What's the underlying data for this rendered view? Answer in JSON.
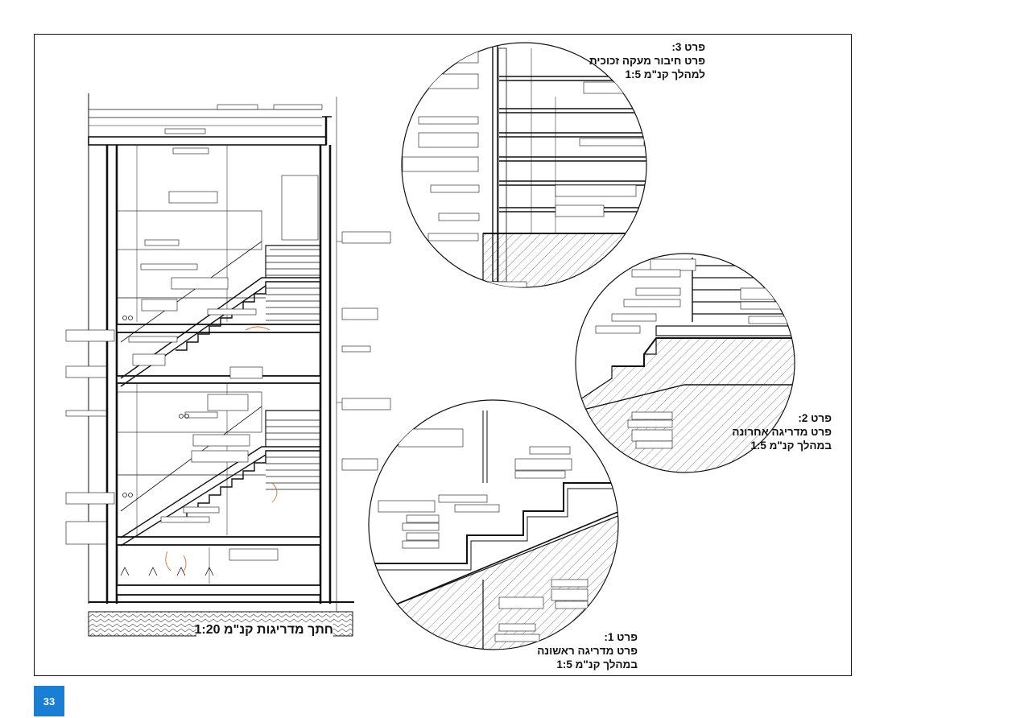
{
  "sheet": {
    "page_number": "33",
    "badge_color": "#1a7fd4",
    "line_color": "#111111",
    "accent_color": "#e07040"
  },
  "section": {
    "title": "חתך מדריגות קנ\"מ 1:20"
  },
  "details": [
    {
      "id": "detail-3",
      "number": "פרט 3:",
      "name": "פרט חיבור מעקה זכוכית",
      "scale": "למהלך קנ\"מ 1:5"
    },
    {
      "id": "detail-2",
      "number": "פרט 2:",
      "name": "פרט מדריגה אחרונה",
      "scale": "במהלך קנ\"מ 1:5"
    },
    {
      "id": "detail-1",
      "number": "פרט 1:",
      "name": "פרט מדריגה ראשונה",
      "scale": "במהלך קנ\"מ 1:5"
    }
  ]
}
